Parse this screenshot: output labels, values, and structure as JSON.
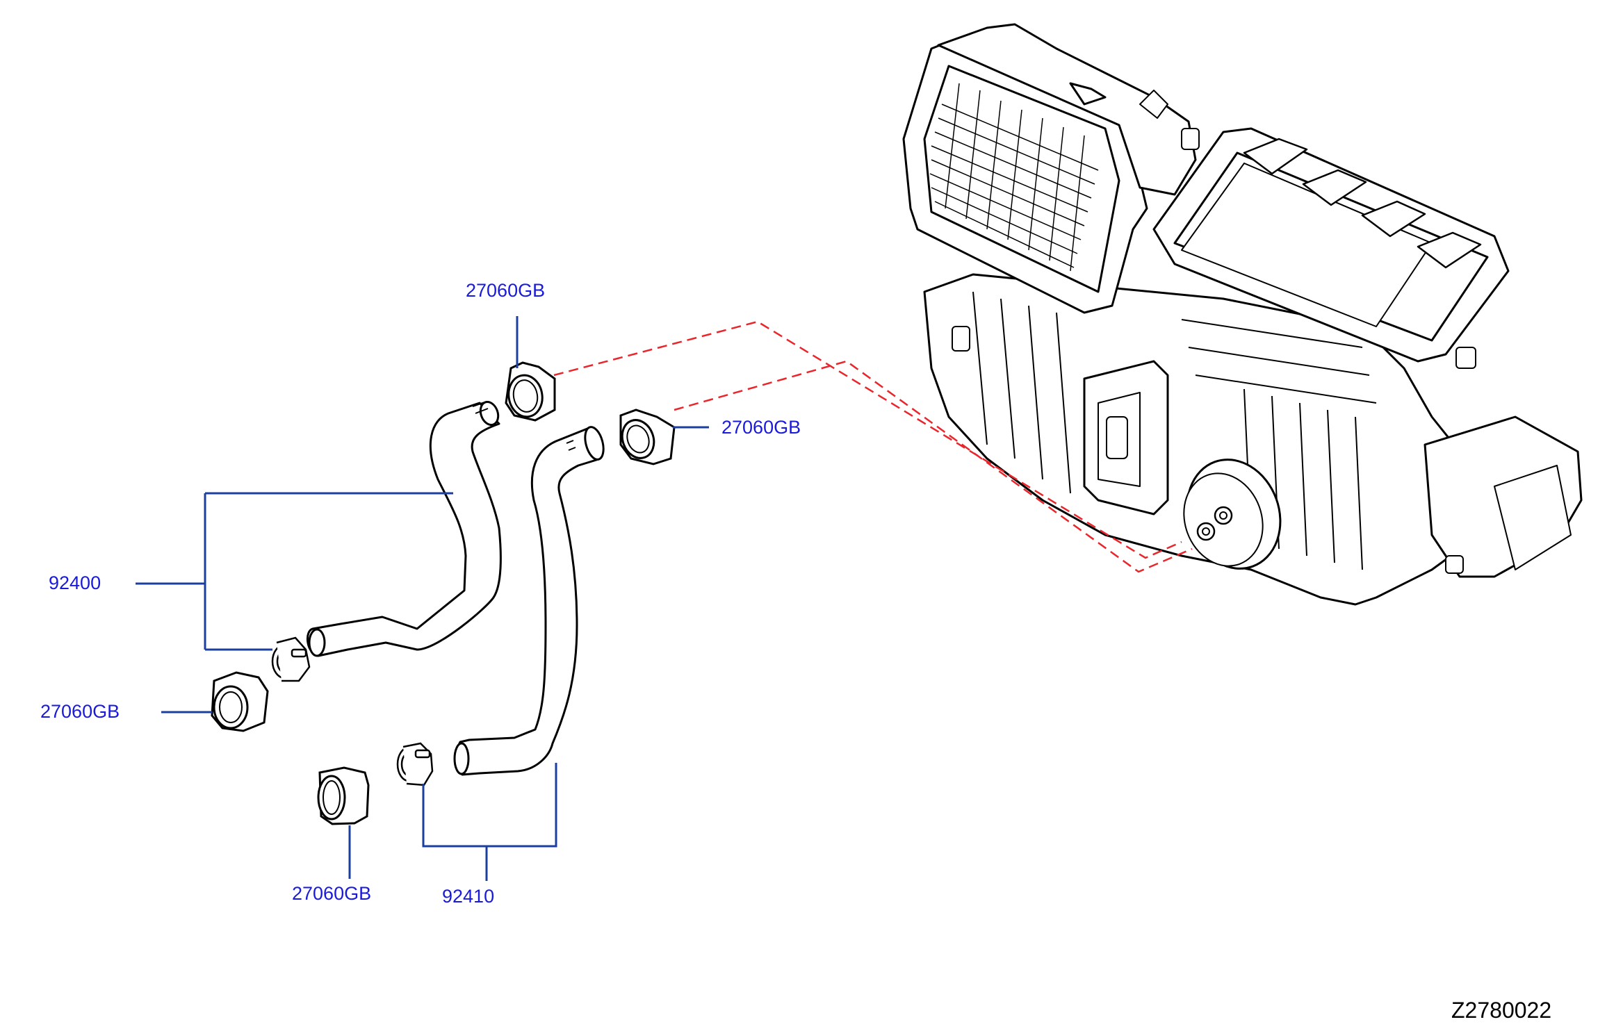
{
  "labels": {
    "clamp_top": "27060GB",
    "clamp_right": "27060GB",
    "hose_upper": "92400",
    "clamp_left": "27060GB",
    "clamp_bottom": "27060GB",
    "hose_lower": "92410"
  },
  "diagram_id": "Z2780022",
  "colors": {
    "callout": "#1a1adb",
    "leader": "#1a3f9e",
    "dashed_link": "#e8262b",
    "outline": "#000000"
  }
}
